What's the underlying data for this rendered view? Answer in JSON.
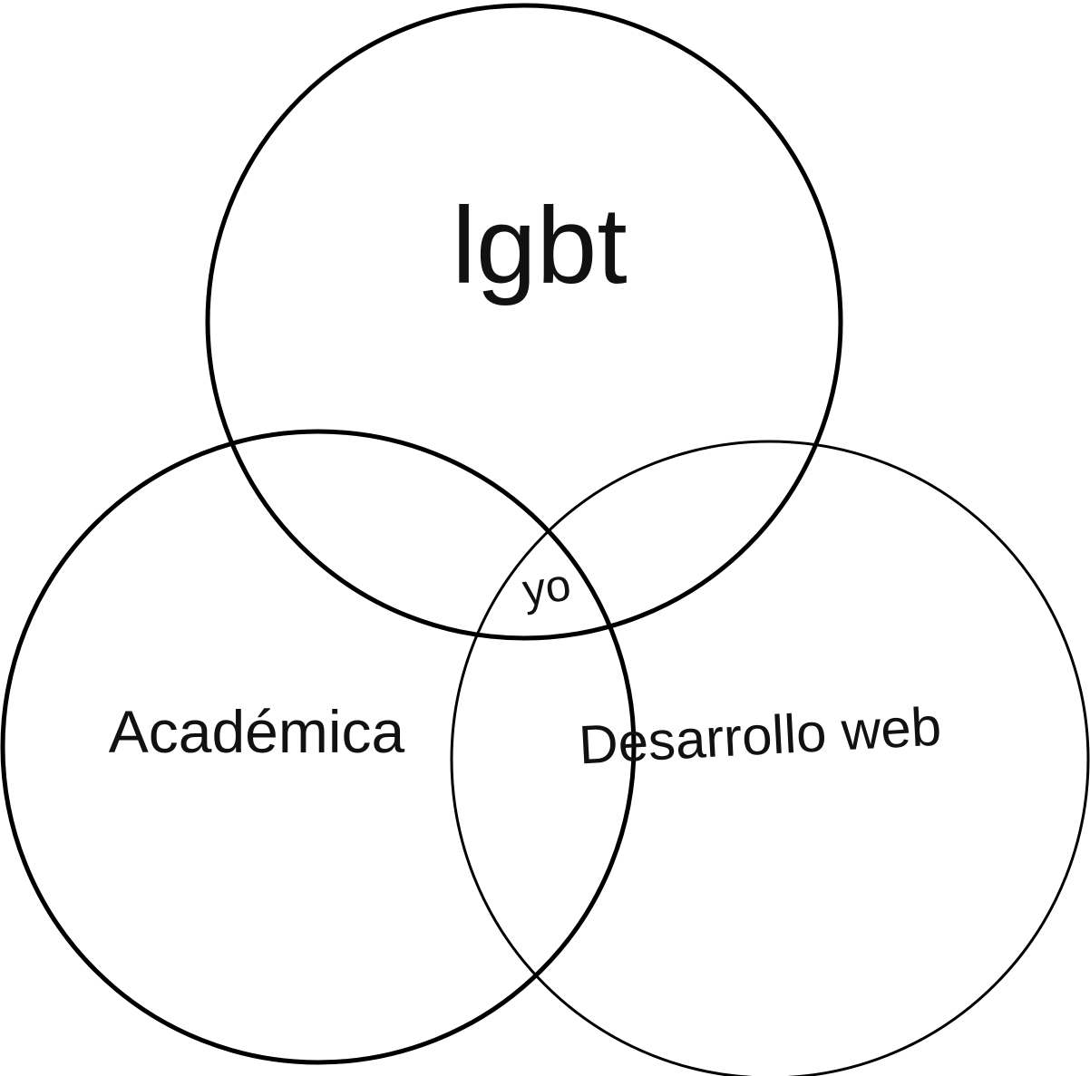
{
  "diagram": {
    "type": "venn",
    "sets": [
      {
        "id": "top",
        "label": "lgbt"
      },
      {
        "id": "left",
        "label": "Académica"
      },
      {
        "id": "right",
        "label": "Desarrollo web"
      }
    ],
    "intersection_label": "yo",
    "colors": {
      "stroke": "#000000",
      "background": "#ffffff",
      "text": "#111111"
    }
  }
}
